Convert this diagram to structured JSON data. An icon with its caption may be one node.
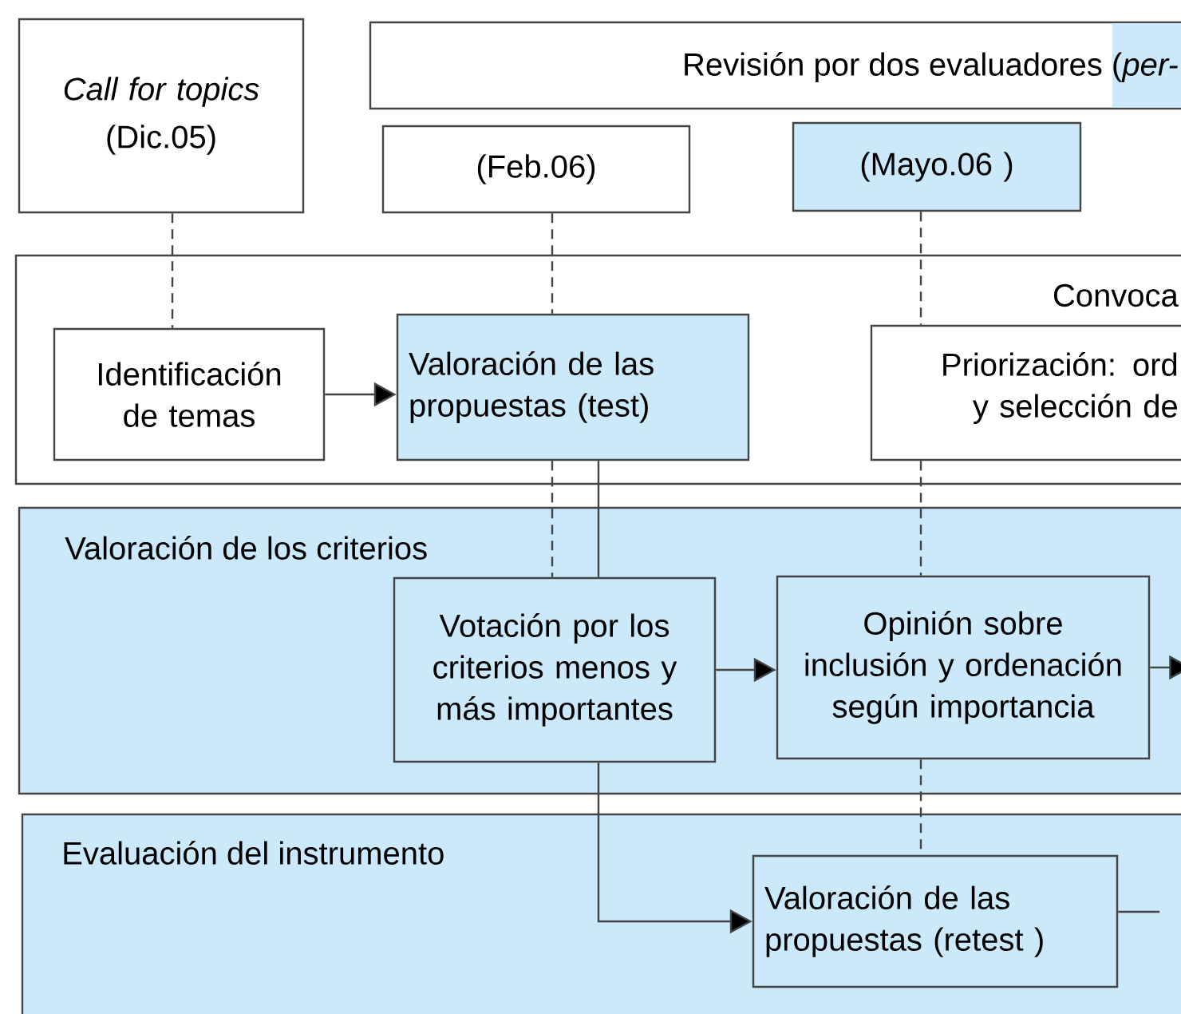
{
  "diagram": {
    "nodes": [
      {
        "text": [
          "Call for topics",
          "(Dic.05)"
        ]
      },
      {
        "text": [
          "Revisión por dos evaluadores (*per-*"
        ]
      },
      {
        "text": [
          "(Feb.06)"
        ]
      },
      {
        "text": [
          "(Mayo.06 )"
        ]
      },
      {
        "text": [
          "Convoca"
        ]
      },
      {
        "text": [
          "Identificación de temas"
        ],
        "in": 4
      },
      {
        "text": [
          "Valoración de las propuestas (test)"
        ],
        "in": 4
      },
      {
        "text": [
          "Priorización: ord y selección de"
        ],
        "in": 4
      },
      {
        "text": [
          "Valoración de los criterios"
        ]
      },
      {
        "text": [
          "Votación por los criterios menos y más importantes"
        ],
        "in": 8
      },
      {
        "text": [
          "Opinión sobre inclusión y ordenación según importancia"
        ],
        "in": 8
      },
      {
        "text": [
          "Evaluación del instrumento"
        ]
      },
      {
        "text": [
          "Valoración de las propuestas (retest )"
        ],
        "in": 11
      }
    ],
    "edges": [
      {
        "from": 0,
        "to": 5,
        "arrow": "none",
        "style": "dashed"
      },
      {
        "from": 2,
        "to": 6,
        "arrow": "none",
        "style": "dashed"
      },
      {
        "from": 3,
        "to": 7,
        "arrow": "none",
        "style": "dashed"
      },
      {
        "from": 5,
        "to": 6,
        "arrow": "to"
      },
      {
        "from": 6,
        "to": 9,
        "arrow": "none",
        "style": "dashed"
      },
      {
        "from": 6,
        "to": 9,
        "arrow": "none"
      },
      {
        "from": 7,
        "to": 10,
        "arrow": "none",
        "style": "dashed"
      },
      {
        "from": 9,
        "to": 10,
        "arrow": "to"
      },
      {
        "from": 10,
        "to": 12,
        "arrow": "none",
        "style": "dashed"
      },
      {
        "from": 9,
        "to": 12,
        "arrow": "to"
      },
      {
        "from": 10,
        "to": null,
        "arrow": "to"
      },
      {
        "from": 12,
        "to": null,
        "arrow": "none"
      }
    ]
  }
}
